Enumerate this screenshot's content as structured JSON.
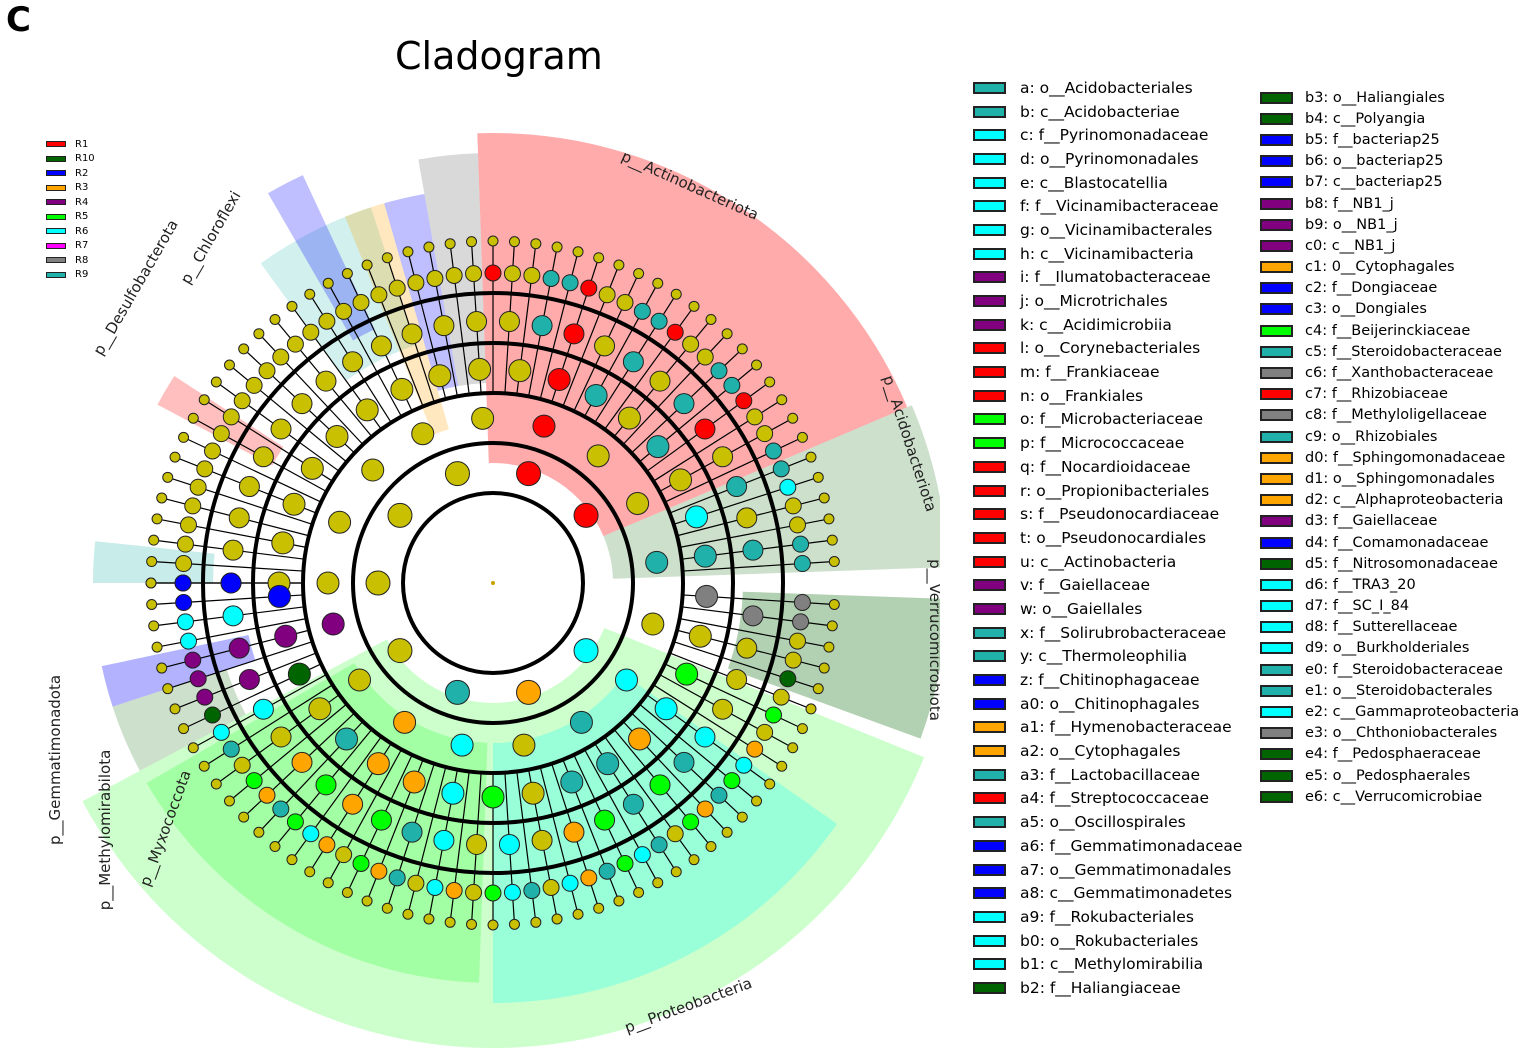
{
  "panel_letter": "C",
  "title": "Cladogram",
  "colors": {
    "R1": "#ff0000",
    "R10": "#006400",
    "R2": "#0000ff",
    "R3": "#ffa500",
    "R4": "#800080",
    "R5": "#00ff00",
    "R6": "#00ffff",
    "R7": "#ff00ff",
    "R8": "#808080",
    "R9": "#20b2aa",
    "node_default": "#c8c000"
  },
  "group_legend": [
    {
      "label": "R1",
      "color": "#ff0000"
    },
    {
      "label": "R10",
      "color": "#006400"
    },
    {
      "label": "R2",
      "color": "#0000ff"
    },
    {
      "label": "R3",
      "color": "#ffa500"
    },
    {
      "label": "R4",
      "color": "#800080"
    },
    {
      "label": "R5",
      "color": "#00ff00"
    },
    {
      "label": "R6",
      "color": "#00ffff"
    },
    {
      "label": "R7",
      "color": "#ff00ff"
    },
    {
      "label": "R8",
      "color": "#808080"
    },
    {
      "label": "R9",
      "color": "#20b2aa"
    }
  ],
  "phyla": [
    {
      "label": "p__Actinobacteriota",
      "color": "#ff0000"
    },
    {
      "label": "p__Acidobacteriota",
      "color": "#006400"
    },
    {
      "label": "p__Verrucomicrobiota",
      "color": "#006400"
    },
    {
      "label": "p__Proteobacteria",
      "color": "#00ff00"
    },
    {
      "label": "p__Myxococcota",
      "color": "#800080"
    },
    {
      "label": "p__Gemmatimonadota",
      "color": "#0000ff"
    },
    {
      "label": "p__Desulfobacterota",
      "color": "#0000ff"
    },
    {
      "label": "p__Chloroflexi",
      "color": "#20b2aa"
    },
    {
      "label": "p__Methylomirabilota",
      "color": "#00ffff"
    }
  ],
  "legend_col1": [
    {
      "label": "a: o__Acidobacteriales",
      "color": "#20b2aa"
    },
    {
      "label": "b: c__Acidobacteriae",
      "color": "#20b2aa"
    },
    {
      "label": "c: f__Pyrinomonadaceae",
      "color": "#00ffff"
    },
    {
      "label": "d: o__Pyrinomonadales",
      "color": "#00ffff"
    },
    {
      "label": "e: c__Blastocatellia",
      "color": "#00ffff"
    },
    {
      "label": "f: f__Vicinamibacteraceae",
      "color": "#00ffff"
    },
    {
      "label": "g: o__Vicinamibacterales",
      "color": "#00ffff"
    },
    {
      "label": "h: c__Vicinamibacteria",
      "color": "#00ffff"
    },
    {
      "label": "i: f__Ilumatobacteraceae",
      "color": "#800080"
    },
    {
      "label": "j: o__Microtrichales",
      "color": "#800080"
    },
    {
      "label": "k: c__Acidimicrobiia",
      "color": "#800080"
    },
    {
      "label": "l: o__Corynebacteriales",
      "color": "#ff0000"
    },
    {
      "label": "m: f__Frankiaceae",
      "color": "#ff0000"
    },
    {
      "label": "n: o__Frankiales",
      "color": "#ff0000"
    },
    {
      "label": "o: f__Microbacteriaceae",
      "color": "#00ff00"
    },
    {
      "label": "p: f__Micrococcaceae",
      "color": "#00ff00"
    },
    {
      "label": "q: f__Nocardioidaceae",
      "color": "#ff0000"
    },
    {
      "label": "r: o__Propionibacteriales",
      "color": "#ff0000"
    },
    {
      "label": "s: f__Pseudonocardiaceae",
      "color": "#ff0000"
    },
    {
      "label": "t: o__Pseudonocardiales",
      "color": "#ff0000"
    },
    {
      "label": "u: c__Actinobacteria",
      "color": "#ff0000"
    },
    {
      "label": "v: f__Gaiellaceae",
      "color": "#800080"
    },
    {
      "label": "w: o__Gaiellales",
      "color": "#800080"
    },
    {
      "label": "x: f__Solirubrobacteraceae",
      "color": "#20b2aa"
    },
    {
      "label": "y: c__Thermoleophilia",
      "color": "#20b2aa"
    },
    {
      "label": "z: f__Chitinophagaceae",
      "color": "#0000ff"
    },
    {
      "label": "a0: o__Chitinophagales",
      "color": "#0000ff"
    },
    {
      "label": "a1: f__Hymenobacteraceae",
      "color": "#ffa500"
    },
    {
      "label": "a2: o__Cytophagales",
      "color": "#ffa500"
    },
    {
      "label": "a3: f__Lactobacillaceae",
      "color": "#20b2aa"
    },
    {
      "label": "a4: f__Streptococcaceae",
      "color": "#ff0000"
    },
    {
      "label": "a5: o__Oscillospirales",
      "color": "#20b2aa"
    },
    {
      "label": "a6: f__Gemmatimonadaceae",
      "color": "#0000ff"
    },
    {
      "label": "a7: o__Gemmatimonadales",
      "color": "#0000ff"
    },
    {
      "label": "a8: c__Gemmatimonadetes",
      "color": "#0000ff"
    },
    {
      "label": "a9: f__Rokubacteriales",
      "color": "#00ffff"
    },
    {
      "label": "b0: o__Rokubacteriales",
      "color": "#00ffff"
    },
    {
      "label": "b1: c__Methylomirabilia",
      "color": "#00ffff"
    },
    {
      "label": "b2: f__Haliangiaceae",
      "color": "#006400"
    }
  ],
  "legend_col2": [
    {
      "label": "b3: o__Haliangiales",
      "color": "#006400"
    },
    {
      "label": "b4: c__Polyangia",
      "color": "#006400"
    },
    {
      "label": "b5: f__bacteriap25",
      "color": "#0000ff"
    },
    {
      "label": "b6: o__bacteriap25",
      "color": "#0000ff"
    },
    {
      "label": "b7: c__bacteriap25",
      "color": "#0000ff"
    },
    {
      "label": "b8: f__NB1_j",
      "color": "#800080"
    },
    {
      "label": "b9: o__NB1_j",
      "color": "#800080"
    },
    {
      "label": "c0: c__NB1_j",
      "color": "#800080"
    },
    {
      "label": "c1: 0__Cytophagales",
      "color": "#ffa500"
    },
    {
      "label": "c2: f__Dongiaceae",
      "color": "#0000ff"
    },
    {
      "label": "c3: o__Dongiales",
      "color": "#0000ff"
    },
    {
      "label": "c4: f__Beijerinckiaceae",
      "color": "#00ff00"
    },
    {
      "label": "c5: f__Steroidobacteraceae",
      "color": "#20b2aa"
    },
    {
      "label": "c6: f__Xanthobacteraceae",
      "color": "#808080"
    },
    {
      "label": "c7: f__Rhizobiaceae",
      "color": "#ff0000"
    },
    {
      "label": "c8: f__Methyloligellaceae",
      "color": "#808080"
    },
    {
      "label": "c9: o__Rhizobiales",
      "color": "#20b2aa"
    },
    {
      "label": "d0: f__Sphingomonadaceae",
      "color": "#ffa500"
    },
    {
      "label": "d1: o__Sphingomonadales",
      "color": "#ffa500"
    },
    {
      "label": "d2: c__Alphaproteobacteria",
      "color": "#ffa500"
    },
    {
      "label": "d3: f__Gaiellaceae",
      "color": "#800080"
    },
    {
      "label": "d4: f__Comamonadaceae",
      "color": "#0000ff"
    },
    {
      "label": "d5: f__Nitrosomonadaceae",
      "color": "#006400"
    },
    {
      "label": "d6: f__TRA3_20",
      "color": "#00ffff"
    },
    {
      "label": "d7: f__SC_I_84",
      "color": "#00ffff"
    },
    {
      "label": "d8: f__Sutterellaceae",
      "color": "#00ffff"
    },
    {
      "label": "d9: o__Burkholderiales",
      "color": "#00ffff"
    },
    {
      "label": "e0: f__Steroidobacteraceae",
      "color": "#20b2aa"
    },
    {
      "label": "e1: o__Steroidobacterales",
      "color": "#20b2aa"
    },
    {
      "label": "e2: c__Gammaproteobacteria",
      "color": "#00ffff"
    },
    {
      "label": "e3: o__Chthoniobacterales",
      "color": "#808080"
    },
    {
      "label": "e4: f__Pedosphaeraceae",
      "color": "#006400"
    },
    {
      "label": "e5: o__Pedosphaerales",
      "color": "#006400"
    },
    {
      "label": "e6: c__Verrucomicrobiae",
      "color": "#006400"
    }
  ]
}
